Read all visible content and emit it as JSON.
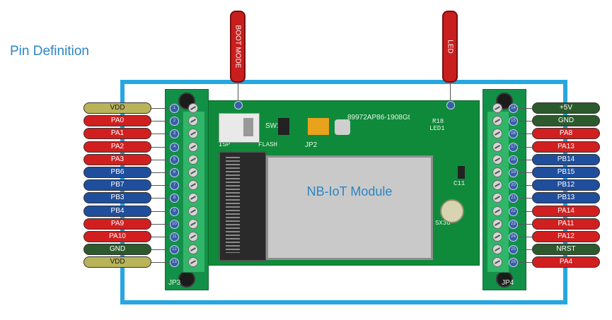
{
  "title": "Pin Definition",
  "module_label": "NB-IoT Module",
  "colors": {
    "frame": "#26a7e1",
    "pcb": "#0f8a3a",
    "title_text": "#2b86c4",
    "VDD": "#b9b35a",
    "PA": "#d11f1f",
    "PB": "#1f4e9c",
    "GND": "#2c5a2c"
  },
  "tags": {
    "boot_mode": "BOOT MODE",
    "led": "LED"
  },
  "pcb_labels": {
    "sw1": "SW1",
    "isp": "ISP",
    "flash": "FLASH",
    "jp2": "JP2",
    "jp3": "JP3",
    "jp4": "JP4",
    "c11": "C11",
    "sx3d": "SX3d",
    "led1": "LED1",
    "r18": "R18",
    "serial": "89972AP86-1908Gt"
  },
  "left_pins": [
    {
      "num": "1",
      "label": "VDD",
      "type": "VDD"
    },
    {
      "num": "2",
      "label": "PA0",
      "type": "PA"
    },
    {
      "num": "3",
      "label": "PA1",
      "type": "PA"
    },
    {
      "num": "4",
      "label": "PA2",
      "type": "PA"
    },
    {
      "num": "5",
      "label": "PA3",
      "type": "PA"
    },
    {
      "num": "6",
      "label": "PB6",
      "type": "PB"
    },
    {
      "num": "7",
      "label": "PB7",
      "type": "PB"
    },
    {
      "num": "8",
      "label": "PB3",
      "type": "PB"
    },
    {
      "num": "9",
      "label": "PB4",
      "type": "PB"
    },
    {
      "num": "10",
      "label": "PA9",
      "type": "PA"
    },
    {
      "num": "11",
      "label": "PA10",
      "type": "PA"
    },
    {
      "num": "12",
      "label": "GND",
      "type": "GND"
    },
    {
      "num": "13",
      "label": "VDD",
      "type": "VDD"
    }
  ],
  "right_pins": [
    {
      "num": "14",
      "label": "+5V",
      "type": "GND"
    },
    {
      "num": "15",
      "label": "GND",
      "type": "GND"
    },
    {
      "num": "16",
      "label": "PA8",
      "type": "PA"
    },
    {
      "num": "17",
      "label": "PA13",
      "type": "PA"
    },
    {
      "num": "18",
      "label": "PB14",
      "type": "PB"
    },
    {
      "num": "19",
      "label": "PB15",
      "type": "PB"
    },
    {
      "num": "20",
      "label": "PB12",
      "type": "PB"
    },
    {
      "num": "21",
      "label": "PB13",
      "type": "PB"
    },
    {
      "num": "22",
      "label": "PA14",
      "type": "PA"
    },
    {
      "num": "23",
      "label": "PA11",
      "type": "PA"
    },
    {
      "num": "24",
      "label": "PA12",
      "type": "PA"
    },
    {
      "num": "25",
      "label": "NRST",
      "type": "GND"
    },
    {
      "num": "26",
      "label": "PA4",
      "type": "PA"
    }
  ]
}
